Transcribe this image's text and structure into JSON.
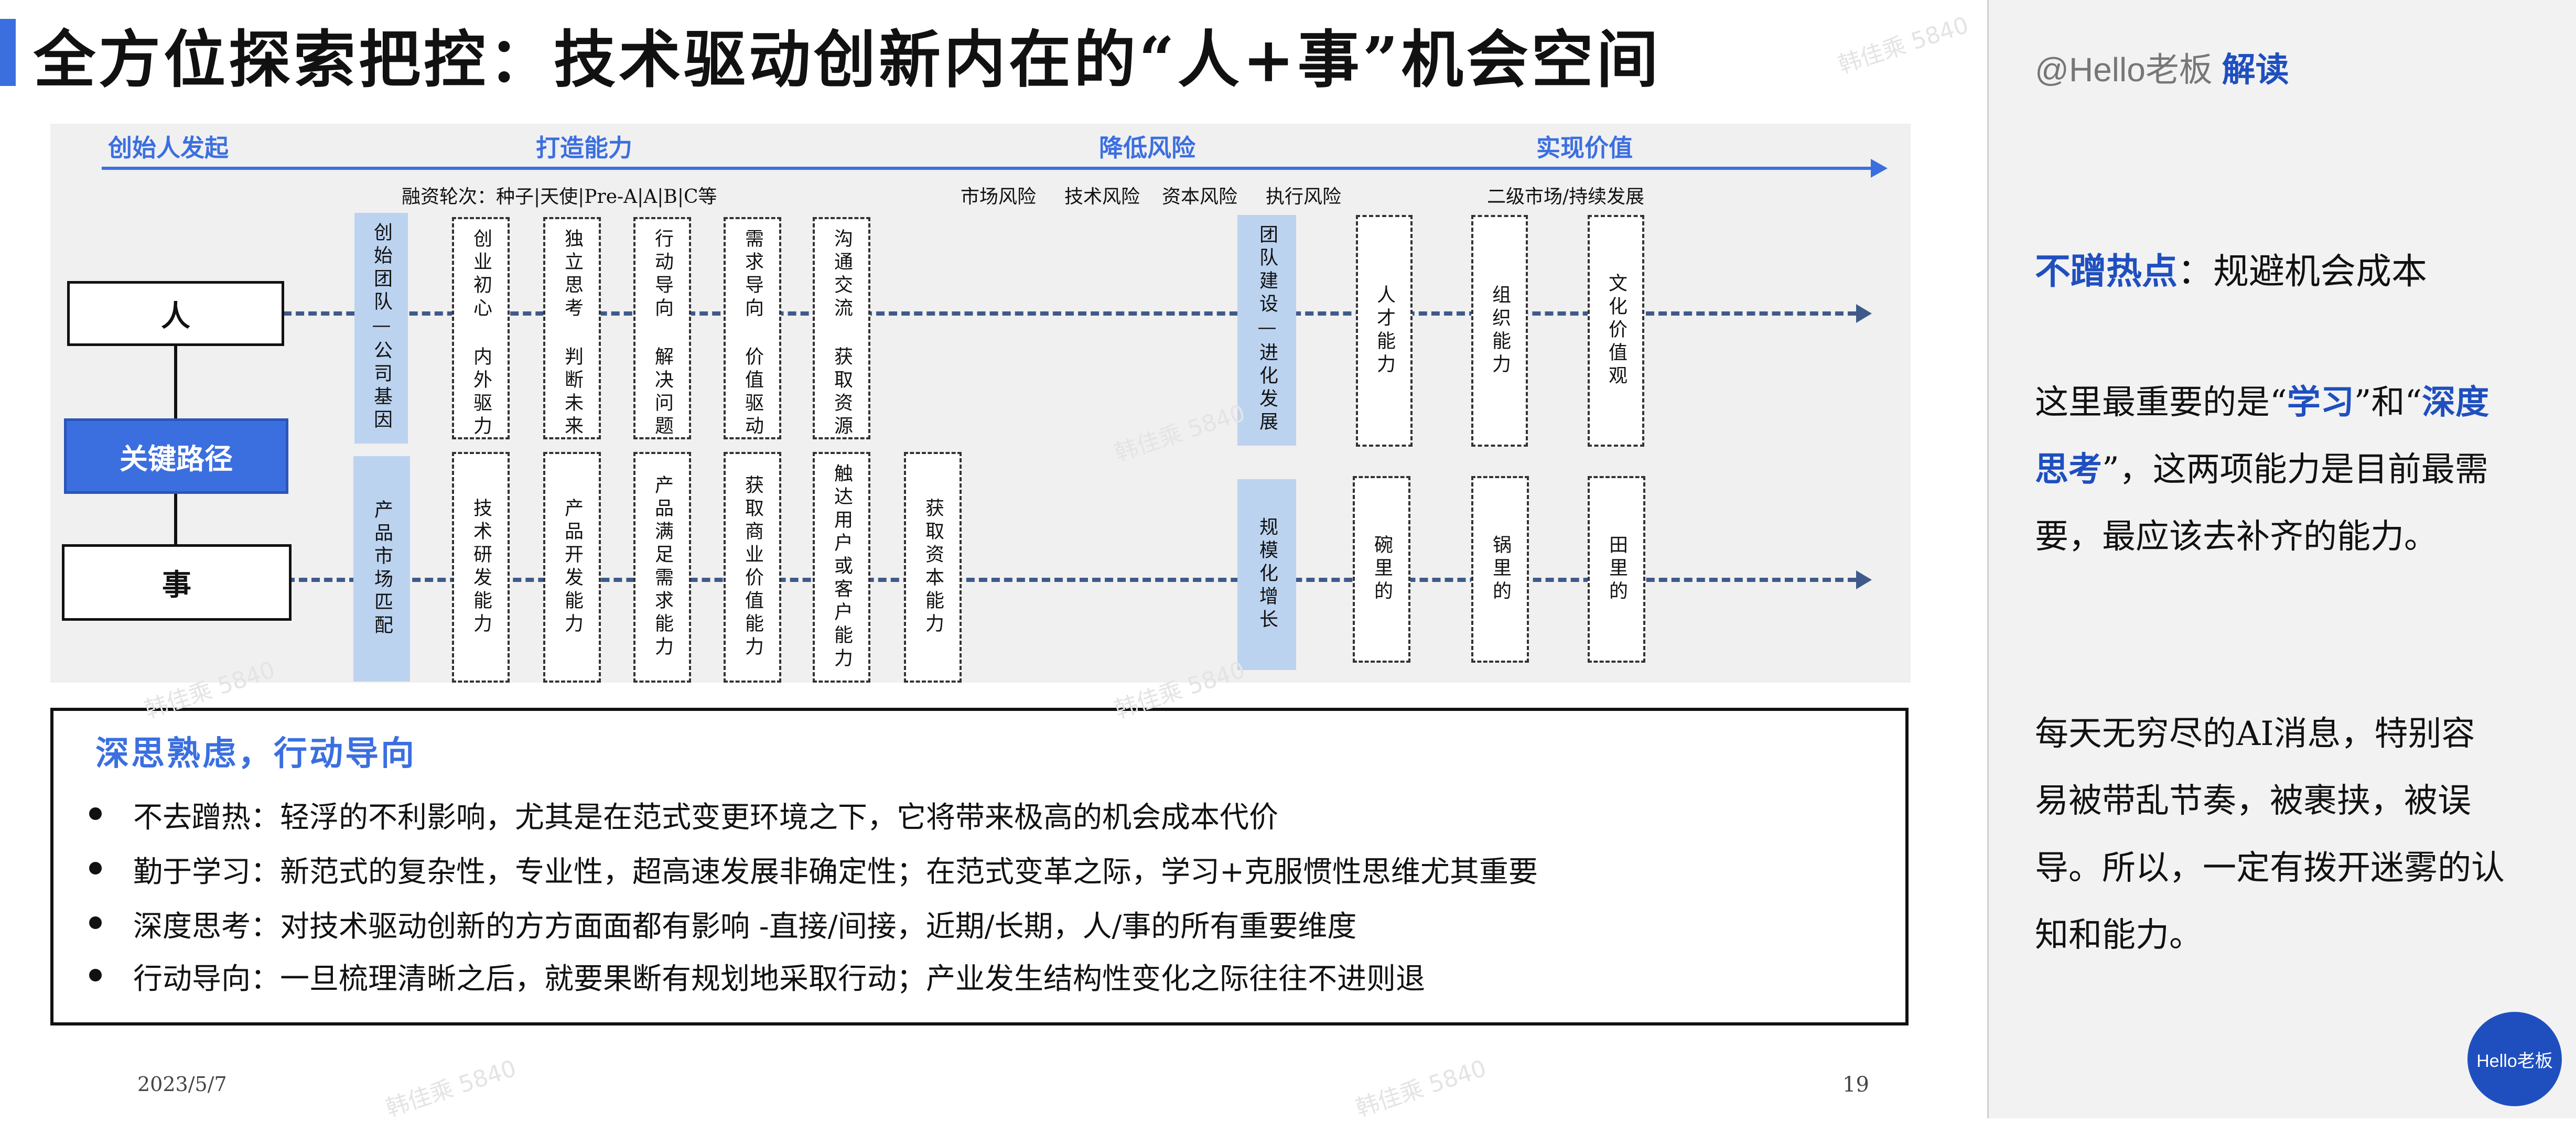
{
  "title": "全方位探索把控：技术驱动创新内在的“人+事”机会空间",
  "stages": [
    "创始人发起",
    "打造能力",
    "降低风险",
    "实现价值"
  ],
  "sub_labels": {
    "funding": "融资轮次：种子|天使|Pre-A|A|B|C等",
    "risk_market": "市场风险",
    "risk_tech": "技术风险",
    "risk_capital": "资本风险",
    "risk_exec": "执行风险",
    "value": "二级市场/持续发展"
  },
  "nodes": {
    "person": "人",
    "key_path": "关键路径",
    "matter": "事"
  },
  "person_row": [
    "创始团队—公司基因",
    "创业初心 内外驱力",
    "独立思考 判断未来",
    "行动导向 解决问题",
    "需求导向 价值驱动",
    "沟通交流 获取资源",
    "团队建设—进化发展",
    "人才能力",
    "组织能力",
    "文化价值观"
  ],
  "matter_row": [
    "产品市场匹配",
    "技术研发能力",
    "产品开发能力",
    "产品满足需求能力",
    "获取商业价值能力",
    "触达用户或客户能力",
    "获取资本能力",
    "规模化增长",
    "碗里的",
    "锅里的",
    "田里的"
  ],
  "panel": {
    "title": "深思熟虑，行动导向",
    "bullets": [
      "不去蹭热：轻浮的不利影响，尤其是在范式变更环境之下，它将带来极高的机会成本代价",
      "勤于学习：新范式的复杂性，专业性，超高速发展非确定性；在范式变革之际，学习+克服惯性思维尤其重要",
      "深度思考：对技术驱动创新的方方面面都有影响 -直接/间接，近期/长期，人/事的所有重要维度",
      "行动导向：一旦梳理清晰之后，就要果断有规划地采取行动；产业发生结构性变化之际往往不进则退"
    ]
  },
  "footer": {
    "date": "2023/5/7",
    "page": "19"
  },
  "watermark": "韩佳乘 5840",
  "side": {
    "handle": "@Hello老板",
    "handle_strong": "解读",
    "headline_strong": "不蹭热点",
    "headline_rest": "：规避机会成本",
    "p1_a": "这里最重要的是“",
    "p1_hl1": "学习",
    "p1_b": "”和“",
    "p1_hl2": "深度思考",
    "p1_c": "”，这两项能力是目前最需要，最应该去补齐的能力。",
    "p2": "每天无穷尽的AI消息，特别容易被带乱节奏，被裹挟，被误导。所以，一定有拨开迷雾的认知和能力。",
    "logo": "Hello老板"
  },
  "colors": {
    "accent": "#3b6fe0",
    "side_accent": "#1f4fbf",
    "box_blue": "#bcd3f0"
  }
}
